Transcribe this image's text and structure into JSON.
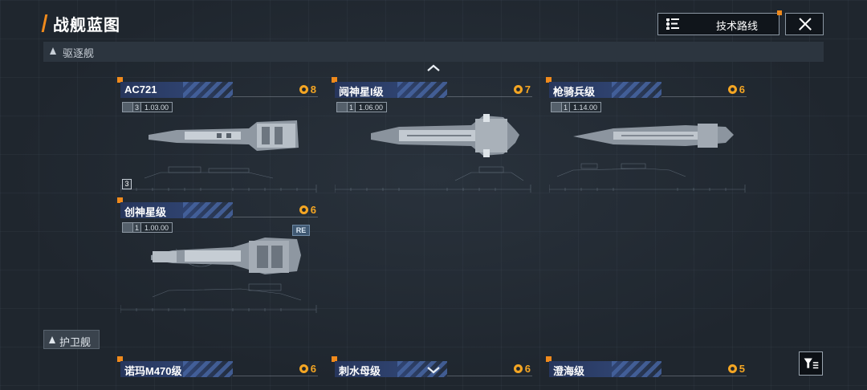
{
  "header": {
    "title": "战舰蓝图",
    "tech_route_label": "技术路线"
  },
  "sections": {
    "destroyer_label": "驱逐舰",
    "escort_label": "护卫舰"
  },
  "ships": [
    {
      "name": "AC721",
      "cost": "8",
      "count": "3",
      "version": "1.03.00",
      "icon": "globe-class-icon",
      "badge": "3"
    },
    {
      "name": "阋神星I级",
      "cost": "7",
      "count": "1",
      "version": "1.06.00",
      "icon": "class-emblem-icon"
    },
    {
      "name": "枪骑兵级",
      "cost": "6",
      "count": "1",
      "version": "1.14.00",
      "icon": "rocket-class-icon"
    },
    {
      "name": "创神星级",
      "cost": "6",
      "count": "1",
      "version": "1.00.00",
      "icon": "class-emblem-icon",
      "tag": "RE"
    }
  ],
  "escort_ships": [
    {
      "name": "诺玛M470级",
      "cost": "6"
    },
    {
      "name": "刺水母级",
      "cost": "6"
    },
    {
      "name": "澄海级",
      "cost": "5"
    }
  ],
  "colors": {
    "accent": "#f08a1c",
    "cost": "#f5a623",
    "name_plate": "#2f4370"
  },
  "icons": {
    "tech": "tech-tree-icon",
    "close": "close-icon",
    "filter": "filter-icon",
    "cost": "cost-gear-icon"
  }
}
